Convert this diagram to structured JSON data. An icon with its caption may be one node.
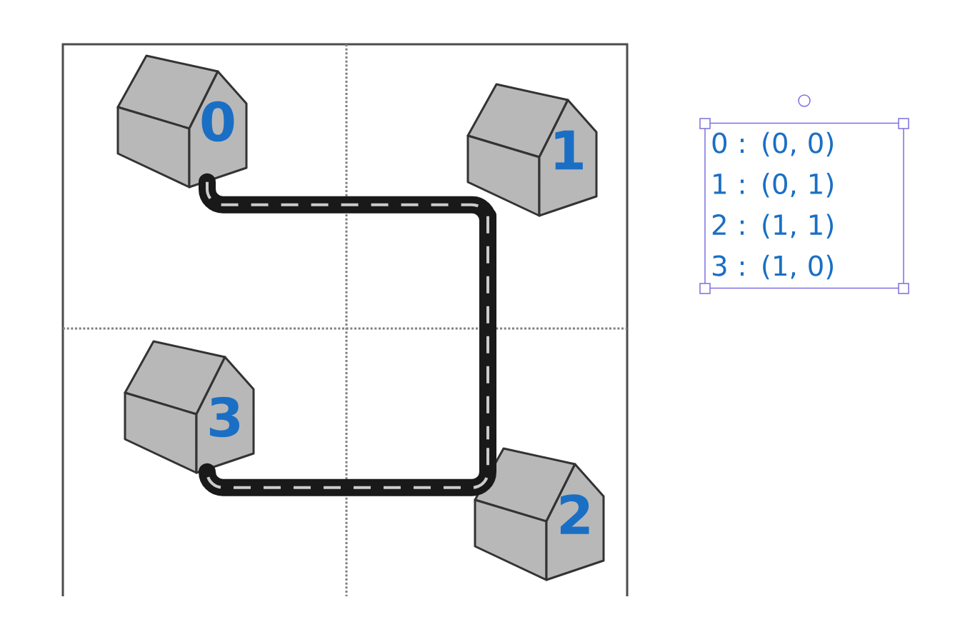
{
  "diagram": {
    "nodes": [
      {
        "text": [
          "0"
        ]
      },
      {
        "text": [
          "1"
        ]
      },
      {
        "text": [
          "2"
        ]
      },
      {
        "text": [
          "3"
        ]
      },
      {
        "text": [
          "0 :  (0,  0)",
          "1 :   (0,  1)",
          "2 :   (1,  1)",
          "3 :   (1,  0)"
        ]
      }
    ],
    "edges": [
      {
        "from": 0,
        "to": 1,
        "arrow": "none"
      },
      {
        "from": 1,
        "to": 2,
        "arrow": "none"
      },
      {
        "from": 2,
        "to": 3,
        "arrow": "none"
      }
    ]
  }
}
